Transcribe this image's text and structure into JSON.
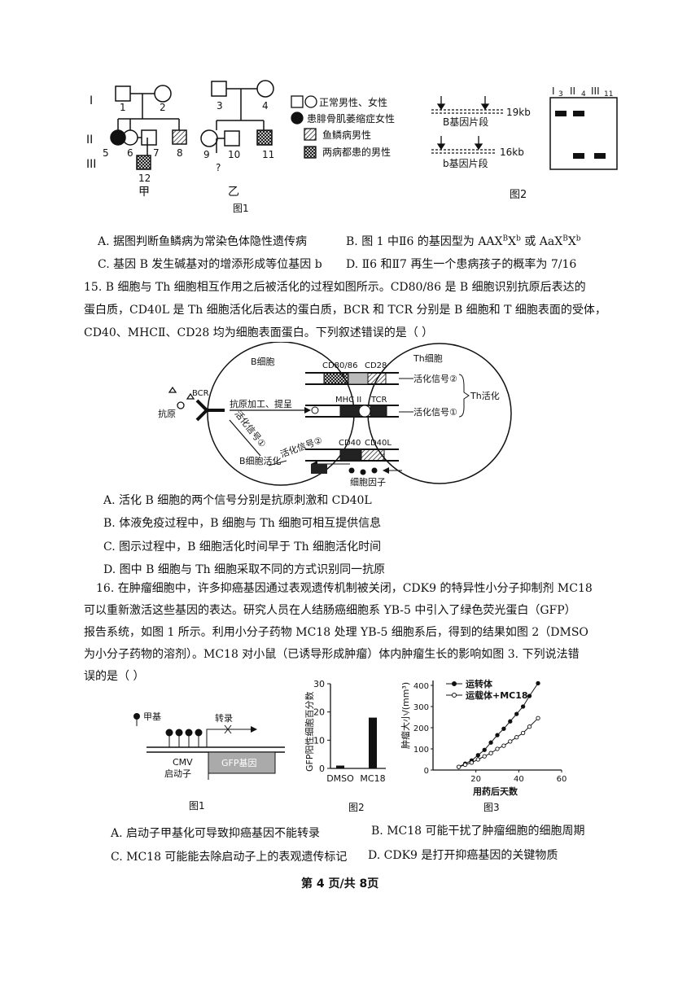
{
  "q14": {
    "fig1": {
      "gen_I": "I",
      "gen_II": "II",
      "gen_III": "III",
      "ids": [
        "1",
        "2",
        "3",
        "4",
        "5",
        "6",
        "7",
        "8",
        "9",
        "10",
        "11",
        "12"
      ],
      "unknown": "?",
      "label_jia": "甲",
      "label_yi": "乙",
      "caption": "图1",
      "legend": [
        "正常男性、女性",
        "患腓骨肌萎缩症女性",
        "鱼鳞病男性",
        "两病都患的男性"
      ]
    },
    "fig2": {
      "B_size": "19kb",
      "b_size": "16kb",
      "B_label": "B基因片段",
      "b_label": "b基因片段",
      "lanes": [
        "I",
        "3",
        "II",
        "4",
        "III",
        "11"
      ],
      "caption": "图2"
    },
    "options": {
      "A": "A. 据图判断鱼鳞病为常染色体隐性遗传病",
      "B_pre": "B. 图 1 中Ⅱ6 的基因型为 AAX",
      "B_sup1": "B",
      "B_mid1": "X",
      "B_sup2": "b",
      "B_mid2": " 或 AaX",
      "B_sup3": "B",
      "B_mid3": "X",
      "B_sup4": "b",
      "C": "C. 基因 B 发生碱基对的增添形成等位基因 b",
      "D": "D. Ⅱ6 和Ⅱ7 再生一个患病孩子的概率为 7/16"
    }
  },
  "q15": {
    "stem": [
      "15. B 细胞与 Th 细胞相互作用之后被活化的过程如图所示。CD80/86 是 B 细胞识别抗原后表达的",
      "蛋白质，CD40L 是 Th 细胞活化后表达的蛋白质，BCR 和 TCR 分别是 B 细胞和 T 细胞表面的受体，",
      "CD40、MHCⅡ、CD28 均为细胞表面蛋白。下列叙述错误的是（      ）"
    ],
    "diagram": {
      "b_cell": "B细胞",
      "th_cell": "Th细胞",
      "bcr": "BCR",
      "antigen": "抗原",
      "cd80": "CD80/86",
      "cd28": "CD28",
      "mhc": "MHC II",
      "tcr": "TCR",
      "cd40": "CD40",
      "cd40l": "CD40L",
      "processing": "抗原加工、提呈",
      "signal2_top": "活化信号②",
      "signal1_right": "活化信号①",
      "th_activation": "Th活化",
      "signal1_left": "活化信号①",
      "signal2_left": "活化信号②",
      "b_activation": "B细胞活化",
      "cytokine": "细胞因子"
    },
    "options": [
      "A. 活化 B 细胞的两个信号分别是抗原刺激和 CD40L",
      "B. 体液免疫过程中，B 细胞与 Th 细胞可相互提供信息",
      "C. 图示过程中，B 细胞活化时间早于 Th 细胞活化时间",
      "D. 图中 B 细胞与 Th 细胞采取不同的方式识别同一抗原"
    ]
  },
  "q16": {
    "stem": [
      "16. 在肿瘤细胞中，许多抑癌基因通过表观遗传机制被关闭，CDK9 的特异性小分子抑制剂 MC18",
      "可以重新激活这些基因的表达。研究人员在人结肠癌细胞系 YB-5 中引入了绿色荧光蛋白（GFP）",
      "报告系统，如图 1 所示。利用小分子药物 MC18 处理 YB-5 细胞系后，得到的结果如图 2（DMSO",
      "为小分子药物的溶剂）。MC18 对小鼠（已诱导形成肿瘤）体内肿瘤生长的影响如图 3. 下列说法错",
      "误的是（      ）"
    ],
    "fig1": {
      "methyl": "甲基",
      "transcription": "转录",
      "cmv": "CMV",
      "promoter": "启动子",
      "gfp_gene": "GFP基因",
      "caption": "图1"
    },
    "fig2": {
      "ylabel": "GFP阳性细胞百分数",
      "caption": "图2"
    },
    "fig3": {
      "caption": "图3"
    },
    "options": {
      "A": "A. 启动子甲基化可导致抑癌基因不能转录",
      "B": "B. MC18 可能干扰了肿瘤细胞的细胞周期",
      "C": "C. MC18 可能能去除启动子上的表观遗传标记",
      "D": "D. CDK9 是打开抑癌基因的关键物质"
    }
  },
  "chart_data": [
    {
      "type": "bar",
      "categories": [
        "DMSO",
        "MC18"
      ],
      "values": [
        1,
        18
      ],
      "ylabel": "GFP阳性细胞百分数",
      "ylim": [
        0,
        30
      ],
      "yticks": [
        "0",
        "10",
        "20",
        "30"
      ]
    },
    {
      "type": "line",
      "xlabel": "用药后天数",
      "ylabel": "肿瘤大小/(mm³)",
      "xlim": [
        0,
        60
      ],
      "ylim": [
        0,
        400
      ],
      "xticks": [
        "20",
        "40",
        "60"
      ],
      "yticks": [
        "0",
        "100",
        "200",
        "300",
        "400"
      ],
      "series": [
        {
          "name": "运转体",
          "marker": "filled",
          "x": [
            12,
            15,
            18,
            21,
            24,
            27,
            30,
            33,
            36,
            39,
            42,
            45,
            49
          ],
          "y": [
            15,
            30,
            45,
            70,
            95,
            130,
            165,
            195,
            230,
            265,
            300,
            350,
            410
          ]
        },
        {
          "name": "运载体+MC18",
          "marker": "open",
          "x": [
            12,
            15,
            18,
            21,
            24,
            27,
            30,
            33,
            36,
            39,
            42,
            45,
            49
          ],
          "y": [
            15,
            25,
            35,
            50,
            65,
            80,
            100,
            115,
            135,
            155,
            175,
            205,
            245
          ]
        }
      ]
    }
  ],
  "footer": "第 4 页/共 8页"
}
